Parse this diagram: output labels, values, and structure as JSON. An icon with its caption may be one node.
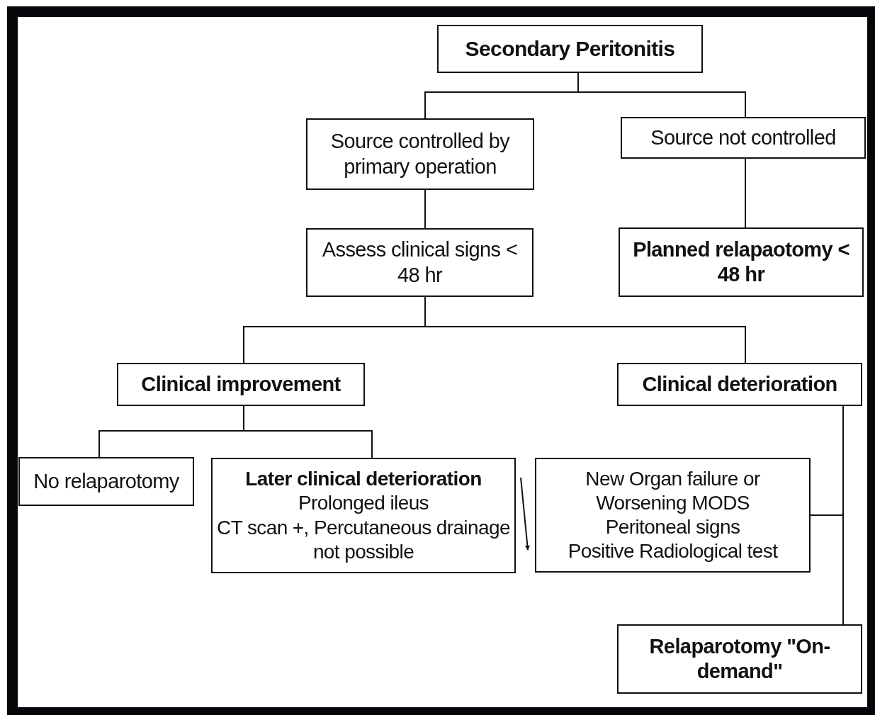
{
  "diagram": {
    "nodes": [
      {
        "text": [
          "Secondary Peritonitis"
        ]
      },
      {
        "text": [
          "Source controlled by primary operation"
        ]
      },
      {
        "text": [
          "Source not controlled"
        ]
      },
      {
        "text": [
          "Assess clinical signs < 48 hr"
        ]
      },
      {
        "text": [
          "Planned relapaotomy < 48 hr"
        ]
      },
      {
        "text": [
          "Clinical improvement"
        ]
      },
      {
        "text": [
          "Clinical deterioration"
        ]
      },
      {
        "text": [
          "No relaparotomy"
        ]
      },
      {
        "text": [
          "Later clinical deterioration",
          "Prolonged ileus",
          "CT scan +, Percutaneous drainage not possible"
        ]
      },
      {
        "text": [
          "New Organ failure or Worsening MODS",
          "Peritoneal signs",
          "Positive Radiological test"
        ]
      },
      {
        "text": [
          "Relaparotomy \"On-demand\""
        ]
      }
    ],
    "edges": [
      {
        "from": 0,
        "to": 1,
        "arrow": "none"
      },
      {
        "from": 0,
        "to": 2,
        "arrow": "none"
      },
      {
        "from": 1,
        "to": 3,
        "arrow": "none"
      },
      {
        "from": 2,
        "to": 4,
        "arrow": "none"
      },
      {
        "from": 3,
        "to": 5,
        "arrow": "none"
      },
      {
        "from": 3,
        "to": 6,
        "arrow": "none"
      },
      {
        "from": 5,
        "to": 7,
        "arrow": "none"
      },
      {
        "from": 5,
        "to": 8,
        "arrow": "none"
      },
      {
        "from": 8,
        "to": 9,
        "arrow": "to"
      },
      {
        "from": 6,
        "to": 10,
        "arrow": "none"
      },
      {
        "from": 9,
        "to": 10,
        "arrow": "none"
      }
    ]
  }
}
